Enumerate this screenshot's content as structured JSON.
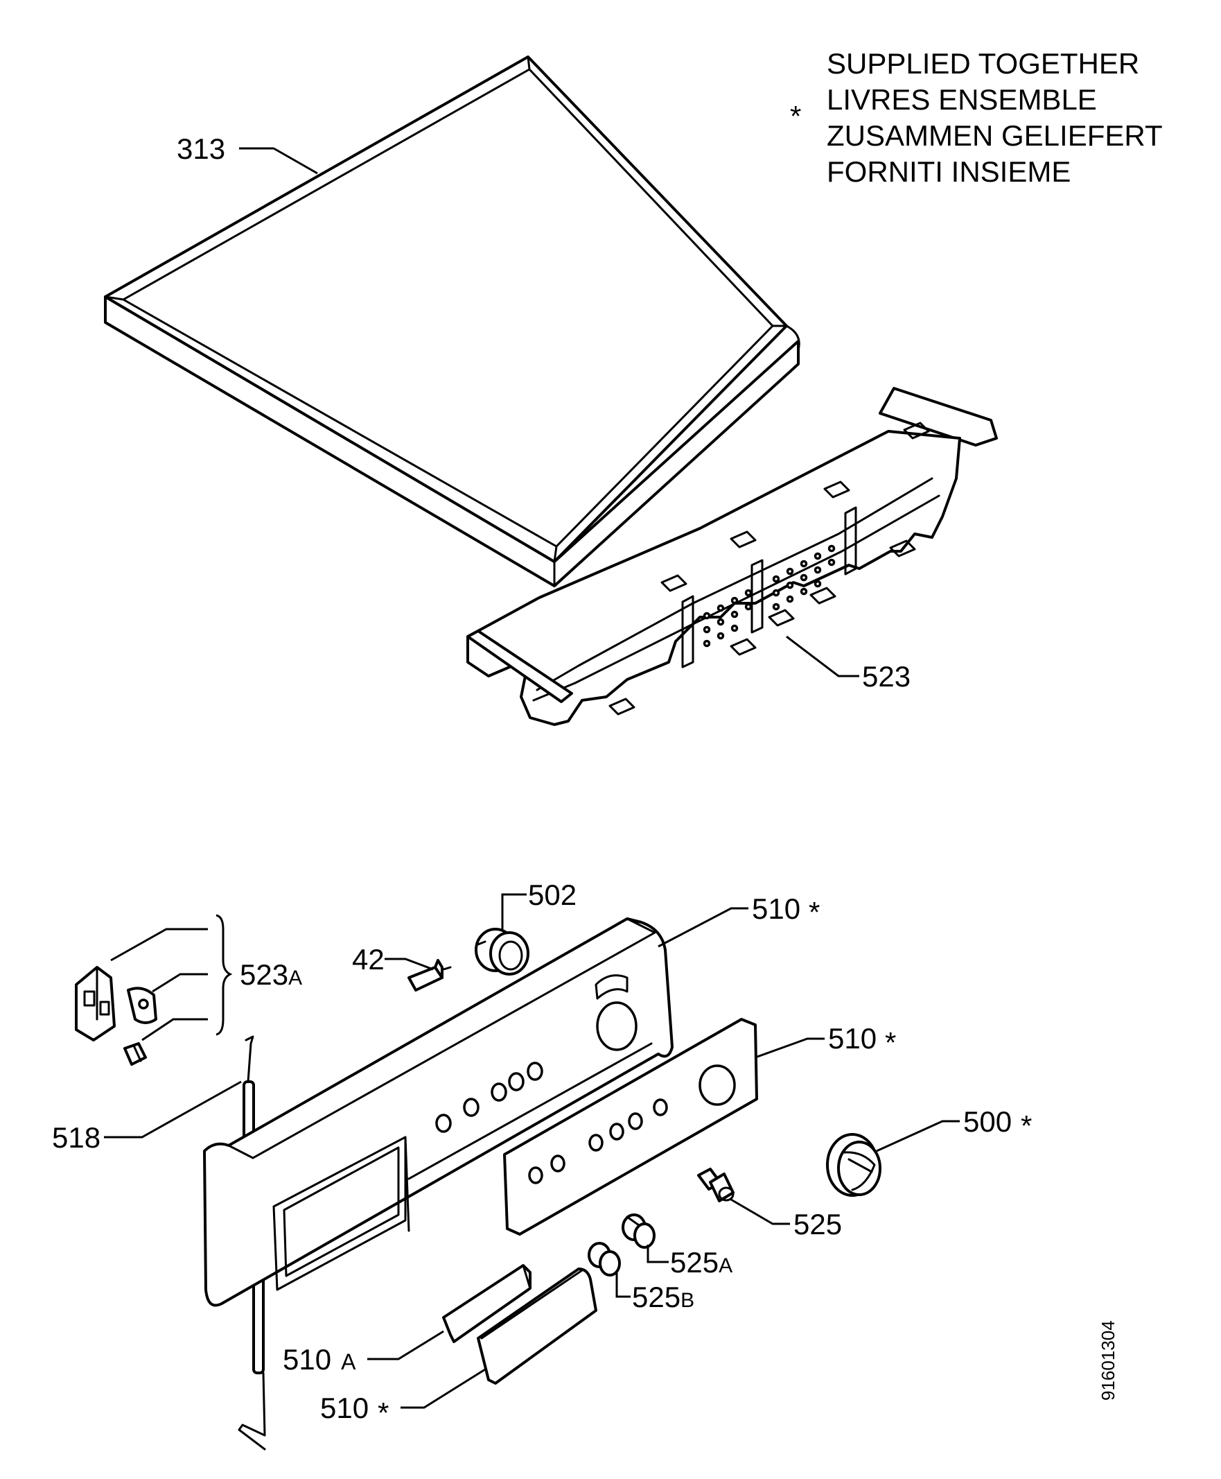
{
  "legend": {
    "symbol": "*",
    "lines": [
      "SUPPLIED TOGETHER",
      "LIVRES ENSEMBLE",
      "ZUSAMMEN GELIEFERT",
      "FORNITI INSIEME"
    ]
  },
  "labels": {
    "p313": "313",
    "p523": "523",
    "p502": "502",
    "p510_top": "510",
    "p42": "42",
    "p523A": "523",
    "p523A_suffix": "A",
    "p510_panel": "510",
    "p518": "518",
    "p500": "500",
    "p525": "525",
    "p525A": "525",
    "p525A_suffix": "A",
    "p525B": "525",
    "p525B_suffix": "B",
    "p510A": "510",
    "p510A_suffix": "A",
    "p510_handle": "510",
    "star": "*"
  },
  "drawing_number": "91601304"
}
